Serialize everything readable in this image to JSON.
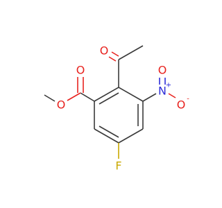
{
  "molecule": {
    "atoms": {
      "ester_carbonyl_o": {
        "symbol": "O",
        "color": "#e8231f"
      },
      "ester_o": {
        "symbol": "O",
        "color": "#e8231f"
      },
      "acetyl_o": {
        "symbol": "O",
        "color": "#e8231f"
      },
      "nitro_n": {
        "symbol": "N",
        "color": "#2d2dd8",
        "charge": "+"
      },
      "nitro_o_minus": {
        "symbol": "O",
        "color": "#e8231f",
        "charge": "-"
      },
      "nitro_o": {
        "symbol": "O",
        "color": "#e8231f"
      },
      "fluorine": {
        "symbol": "F",
        "color": "#c9a800"
      }
    },
    "bond_color": "#3a3a3a"
  }
}
